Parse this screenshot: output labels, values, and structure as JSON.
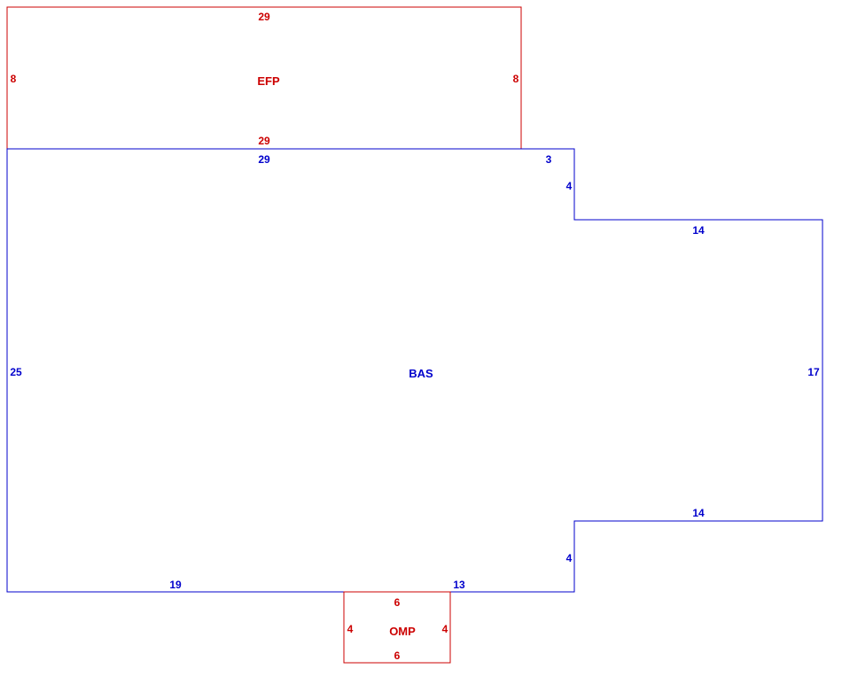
{
  "colors": {
    "bas": "#0000cc",
    "efp": "#cc0000",
    "omp": "#cc0000"
  },
  "areas": {
    "efp": {
      "label": "EFP",
      "dims": {
        "top": "29",
        "bottom": "29",
        "left": "8",
        "right": "8"
      }
    },
    "bas": {
      "label": "BAS",
      "dims": {
        "top": "29",
        "top_step": "3",
        "upper_notch": "4",
        "upper_wing": "14",
        "right": "17",
        "lower_wing": "14",
        "lower_notch": "4",
        "bottom_right": "13",
        "bottom_left": "19",
        "left": "25"
      }
    },
    "omp": {
      "label": "OMP",
      "dims": {
        "top": "6",
        "bottom": "6",
        "left": "4",
        "right": "4"
      }
    }
  }
}
